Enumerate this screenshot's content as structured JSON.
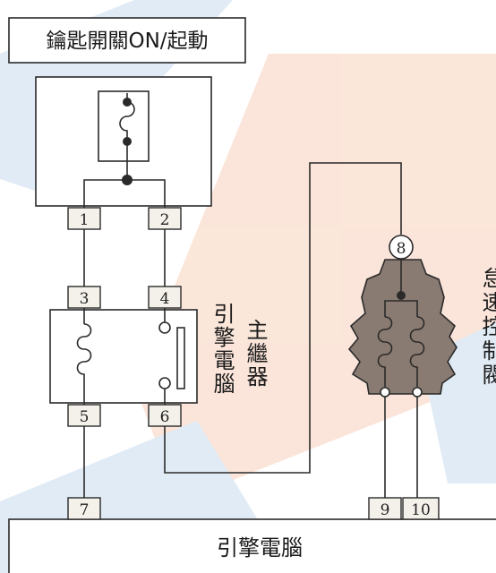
{
  "title": "鑰匙開關ON/起動",
  "relay_label_1": "引擎電腦",
  "relay_label_2": "主繼器",
  "idle_valve_label": "怠速控制閥",
  "ecu_label": "引擎電腦",
  "pins": {
    "p1": "1",
    "p2": "2",
    "p3": "3",
    "p4": "4",
    "p5": "5",
    "p6": "6",
    "p7": "7",
    "p8": "8",
    "p9": "9",
    "p10": "10"
  },
  "colors": {
    "line": "#2a2a2a",
    "valve_body": "#8a7b72",
    "pin_fill": "#f4f1ea",
    "watermark_blue": "#d6e6f4",
    "watermark_orange": "#f9d9c8"
  }
}
